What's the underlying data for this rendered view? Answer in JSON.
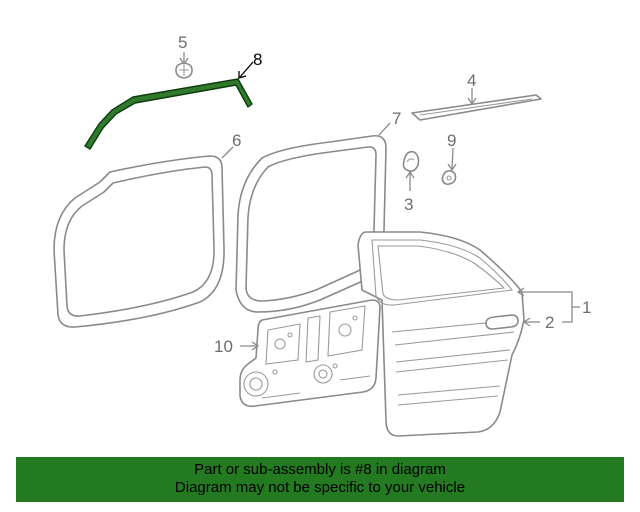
{
  "callouts": {
    "c1": "1",
    "c2": "2",
    "c3": "3",
    "c4": "4",
    "c5": "5",
    "c6": "6",
    "c7": "7",
    "c8": "8",
    "c9": "9",
    "c10": "10"
  },
  "highlight": {
    "part": "8",
    "color": "#237a21"
  },
  "footer": {
    "line1": "Part or sub-assembly is #8 in diagram",
    "line2": "Diagram may not be specific to your vehicle"
  },
  "colors": {
    "footer_bg": "#237a21",
    "part_stroke": "#8a8a8a",
    "highlight": "#237a21"
  }
}
